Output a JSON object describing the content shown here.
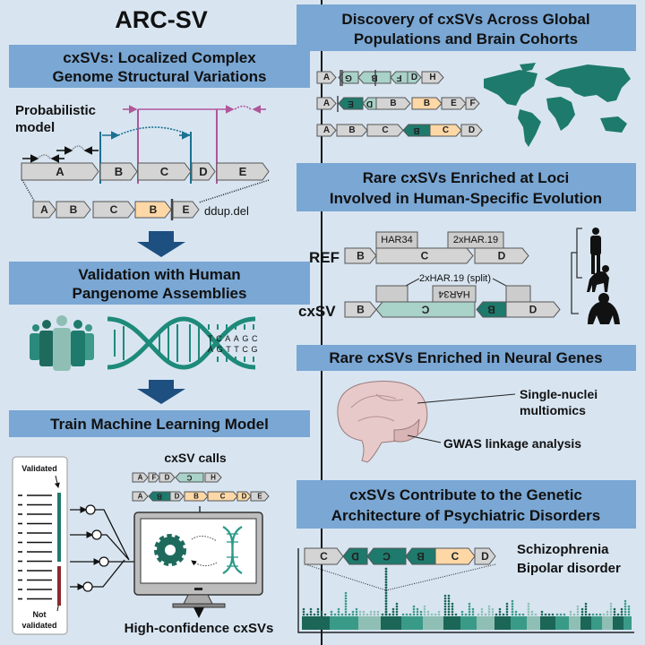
{
  "title": "ARC-SV",
  "colors": {
    "background": "#d8e5f1",
    "header": "#7aa7d4",
    "teal_dark": "#1e7a6c",
    "teal_light": "#a9d2c9",
    "orange": "#fdd8a6",
    "gray": "#d4d4d4",
    "arrow": "#1d4f80",
    "magenta": "#b0569a",
    "blue_teal": "#1b7191",
    "red": "#8b2a2e"
  },
  "left": {
    "section1": {
      "line1": "cxSVs: Localized Complex",
      "line2": "Genome Structural Variations",
      "model_line1": "Probabilistic",
      "model_line2": "model",
      "ref_row": [
        "A",
        "B",
        "C",
        "D",
        "E"
      ],
      "alt_row": [
        "A",
        "B",
        "C",
        "B",
        "E"
      ],
      "alt_label": "ddup.del"
    },
    "section2": {
      "line1": "Validation with Human",
      "line2": "Pangenome Assemblies",
      "seq_top": "TCAAGC",
      "seq_bottom": "AGTTCG"
    },
    "section3": {
      "title": "Train Machine Learning Model",
      "validated": "Validated",
      "not_line1": "Not",
      "not_line2": "validated",
      "calls_title": "cxSV calls",
      "call_row1": [
        "A",
        "F",
        "D",
        "C",
        "H"
      ],
      "call_row2": [
        "A",
        "B",
        "D",
        "B",
        "C",
        "D",
        "E"
      ],
      "output": "High-confidence cxSVs"
    }
  },
  "right": {
    "section1": {
      "line1": "Discovery of cxSVs Across Global",
      "line2": "Populations and Brain Cohorts",
      "row1": [
        "A",
        "G",
        "B",
        "F",
        "D",
        "H"
      ],
      "row2": [
        "A",
        "E",
        "D",
        "B",
        "B",
        "E",
        "F"
      ],
      "row3": [
        "A",
        "B",
        "C",
        "B",
        "C",
        "D"
      ]
    },
    "section2": {
      "line1": "Rare cxSVs Enriched at Loci",
      "line2": "Involved in Human-Specific Evolution",
      "ref_label": "REF",
      "cxsv_label": "cxSV",
      "ref_row": [
        "B",
        "C",
        "D"
      ],
      "ref_har1": "HAR34",
      "ref_har2": "2xHAR.19",
      "split_label": "2xHAR.19 (split)",
      "cxsv_row": [
        "B",
        "C",
        "B",
        "D"
      ],
      "cxsv_har": "HAR34"
    },
    "section3": {
      "title": "Rare cxSVs Enriched in Neural Genes",
      "label1_line1": "Single-nuclei",
      "label1_line2": "multiomics",
      "label2": "GWAS linkage analysis"
    },
    "section4": {
      "line1": "cxSVs Contribute to the Genetic",
      "line2": "Architecture of Psychiatric Disorders",
      "row": [
        "C",
        "D",
        "C",
        "B",
        "C",
        "D"
      ],
      "disorder1": "Schizophrenia",
      "disorder2": "Bipolar disorder"
    }
  }
}
